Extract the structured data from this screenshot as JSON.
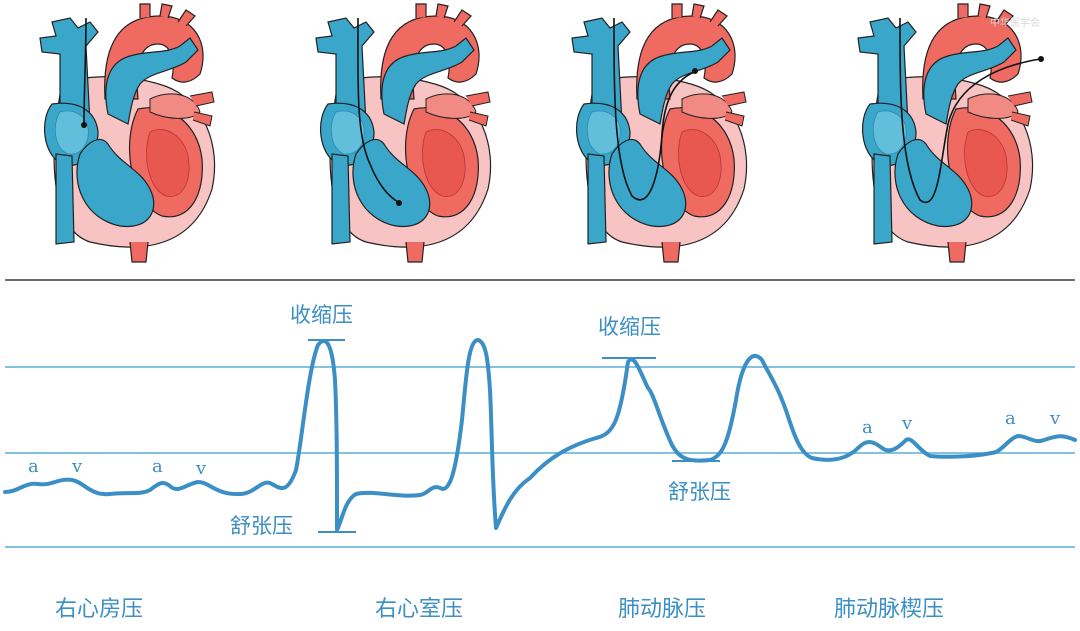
{
  "watermark": "中华医学会",
  "waveform_labels": {
    "systolic_1": "收缩压",
    "diastolic_1": "舒张压",
    "systolic_2": "收缩压",
    "diastolic_2": "舒张压"
  },
  "wave_markers": {
    "ra": [
      "a",
      "v",
      "a",
      "v"
    ],
    "pcwp": [
      "a",
      "v",
      "a",
      "v"
    ]
  },
  "panels": [
    {
      "caption": "右心房压"
    },
    {
      "caption": "右心室压"
    },
    {
      "caption": "肺动脉压"
    },
    {
      "caption": "肺动脉楔压"
    }
  ],
  "colors": {
    "wave": "#3b8fc4",
    "grid": "#5aaed6",
    "divider": "#6b6b6b",
    "deoxy_blue": "#3aa6c9",
    "oxy_red": "#ef6b62",
    "heart_pink": "#f7c3c3"
  }
}
